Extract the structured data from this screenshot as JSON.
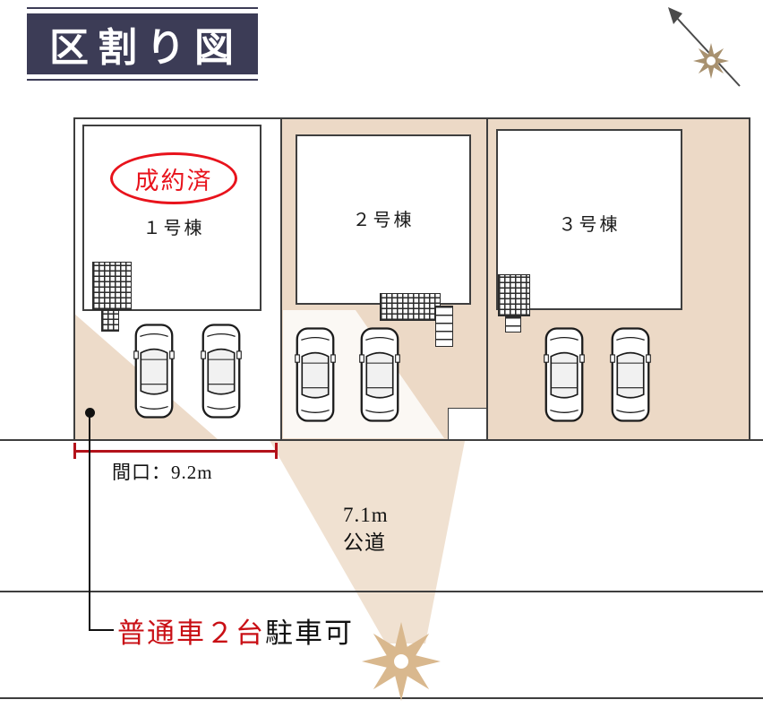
{
  "page": {
    "title": "区割り図"
  },
  "lots": [
    {
      "label": "１号棟",
      "status": "成約済"
    },
    {
      "label": "２号棟"
    },
    {
      "label": "３号棟"
    }
  ],
  "dimensions": {
    "frontage_label": "間口：9.2m",
    "road_width": "7.1m",
    "road_type": "公道"
  },
  "parking_note": {
    "highlight": "普通車２台",
    "suffix": "駐車可"
  },
  "icons": {
    "compass": "compass-north-icon",
    "sun": "sun-icon",
    "car": "car-top-view-icon"
  },
  "colors": {
    "title_navy": "#3c3c56",
    "lot_beige": "#ecd9c6",
    "accent_red": "#d8121f",
    "dimension_red": "#b3121a",
    "line_dark": "#3e3e3e",
    "sun_tan": "#d9b88e"
  }
}
